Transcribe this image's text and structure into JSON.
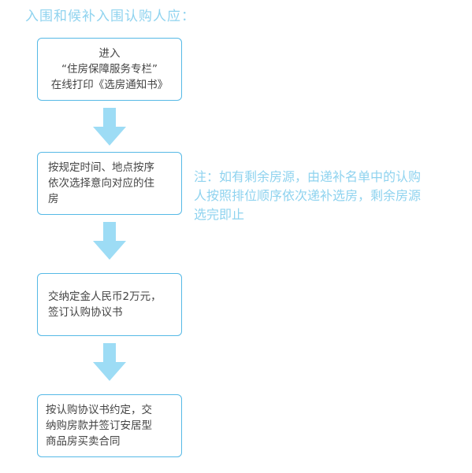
{
  "heading": "入围和候补入围认购人应：",
  "steps": [
    {
      "lines": [
        "进入",
        "“住房保障服务专栏”",
        "在线打印《选房通知书》"
      ]
    },
    {
      "lines": [
        "按规定时间、地点按序",
        "依次选择意向对应的住",
        "房"
      ]
    },
    {
      "lines": [
        "交纳定金人民币2万元，",
        "签订认购协议书"
      ]
    },
    {
      "lines": [
        "按认购协议书约定，交",
        "纳购房款并签订安居型",
        "商品房买卖合同"
      ]
    }
  ],
  "note": {
    "lines": [
      "注：如有剩余房源，由递补名单中的认购",
      "人按照排位顺序依次递补选房，剩余房源",
      "选完即止"
    ]
  },
  "colors": {
    "accent_text": "#8fd3ef",
    "box_border": "#56b9e6",
    "arrow": "#9ddcf5",
    "body_text": "#444444"
  }
}
